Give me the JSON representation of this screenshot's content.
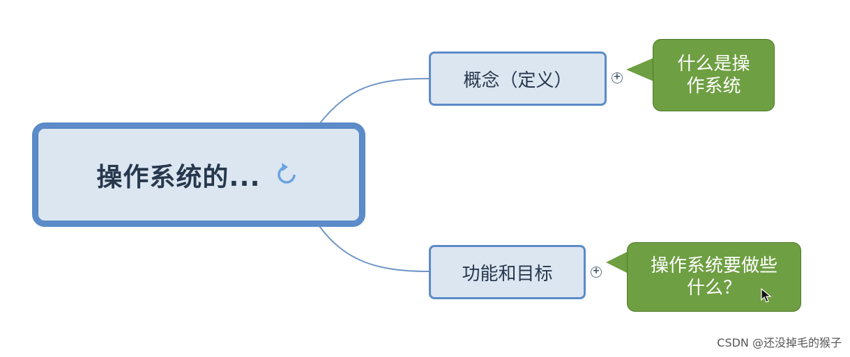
{
  "root": {
    "label": "操作系统的...",
    "icon": "refresh-arrow-icon"
  },
  "topics": [
    {
      "label": "概念（定义）",
      "expand_symbol": "+",
      "callout": "什么是操\n作系统"
    },
    {
      "label": "功能和目标",
      "expand_symbol": "+",
      "callout": "操作系统要做些\n什么？"
    }
  ],
  "colors": {
    "node_fill": "#dce6f1",
    "node_border": "#5b8bc8",
    "callout_fill": "#6e9f42",
    "connector": "#6f95c6"
  },
  "watermark": "CSDN @还没掉毛的猴子"
}
